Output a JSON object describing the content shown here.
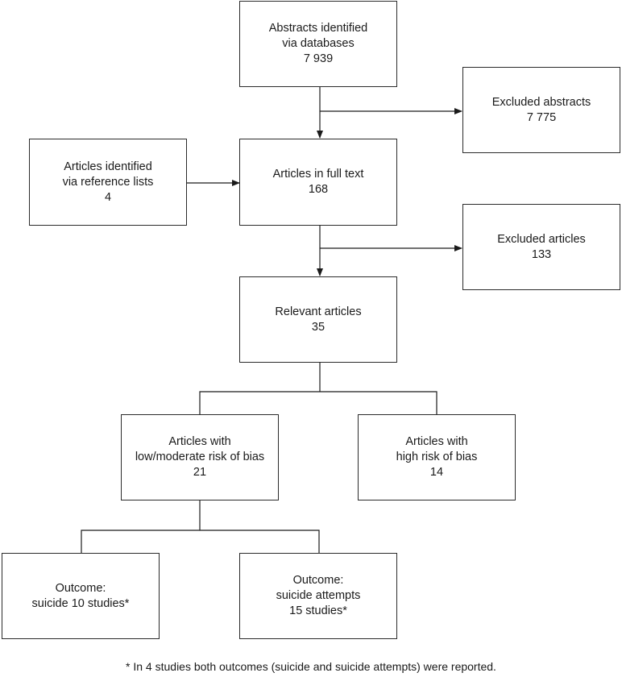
{
  "boxes": {
    "abstracts_identified": {
      "lines": [
        "Abstracts identified",
        "via databases",
        "7 939"
      ]
    },
    "excluded_abstracts": {
      "lines": [
        "Excluded abstracts",
        "7 775"
      ]
    },
    "articles_reference_lists": {
      "lines": [
        "Articles identified",
        "via reference lists",
        "4"
      ]
    },
    "articles_full_text": {
      "lines": [
        "Articles in full text",
        "168"
      ]
    },
    "excluded_articles": {
      "lines": [
        "Excluded articles",
        "133"
      ]
    },
    "relevant_articles": {
      "lines": [
        "Relevant articles",
        "35"
      ]
    },
    "low_moderate_bias": {
      "lines": [
        "Articles with",
        "low/moderate risk of bias",
        "21"
      ]
    },
    "high_bias": {
      "lines": [
        "Articles with",
        "high risk of bias",
        "14"
      ]
    },
    "outcome_suicide": {
      "lines": [
        "Outcome:",
        "suicide 10 studies*"
      ]
    },
    "outcome_attempts": {
      "lines": [
        "Outcome:",
        "suicide attempts",
        "15 studies*"
      ]
    }
  },
  "footnote": "* In 4 studies both outcomes (suicide and suicide attempts) were reported."
}
